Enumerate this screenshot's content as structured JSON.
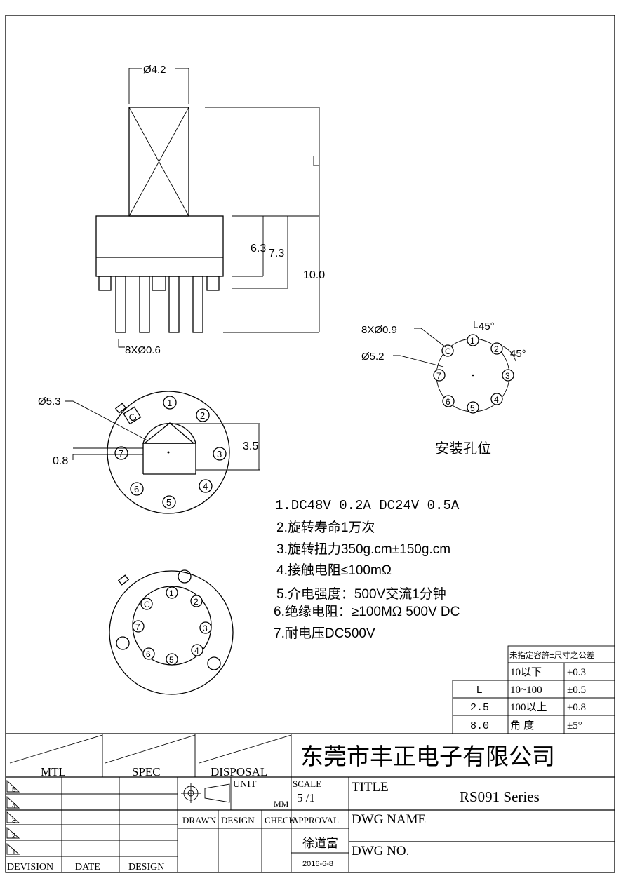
{
  "dimensions": {
    "shaft_dia": "Ø4.2",
    "shaft_length": "L",
    "dim_63": "6.3",
    "dim_73": "7.3",
    "dim_100": "10.0",
    "pin_dia": "8XØ0.6",
    "body_dia": "Ø5.3",
    "dim_35": "3.5",
    "dim_08": "0.8",
    "hole_dia": "8XØ0.9",
    "circle_dia": "Ø5.2",
    "angle_top": "45°",
    "angle_side": "45°"
  },
  "mounting_label": "安装孔位",
  "pin_labels": [
    "C",
    "1",
    "2",
    "3",
    "4",
    "5",
    "6",
    "7"
  ],
  "spec_lines": [
    "1.DC48V 0.2A  DC24V 0.5A",
    "2.旋转寿命1万次",
    "3.旋转扭力350g.cm±150g.cm",
    "4.接触电阻≤100mΩ",
    "5.介电强度：500V交流1分钟",
    "6.绝缘电阻：≥100MΩ 500V DC",
    "7.耐电压DC500V"
  ],
  "tolerance": {
    "header": "未指定容許±尺寸之公差",
    "rows": [
      {
        "left": "",
        "range": "10以下",
        "tol": "±0.3"
      },
      {
        "left": "L",
        "range": "10~100",
        "tol": "±0.5"
      },
      {
        "left": "2.5",
        "range": "100以上",
        "tol": "±0.8"
      },
      {
        "left": "8.0",
        "range": "角  度",
        "tol": "±5°"
      }
    ]
  },
  "title_block": {
    "company": "东莞市丰正电子有限公司",
    "mtl": "MTL",
    "spec": "SPEC",
    "disposal": "DISPOSAL",
    "revs": [
      "5",
      "4",
      "3",
      "2",
      "1"
    ],
    "division": "DEVISION",
    "date": "DATE",
    "design": "DESIGN",
    "unit_label": "UNIT",
    "unit_value": "MM",
    "scale_label": "SCALE",
    "scale_value": "5 /1",
    "title_label": "TITLE",
    "title_value": "RS091  Series",
    "drawn": "DRAWN",
    "design2": "DESIGN",
    "check": "CHECK",
    "approval": "APPROVAL",
    "approver": "徐道富",
    "approval_date": "2016-6-8",
    "dwg_name": "DWG NAME",
    "dwg_no": "DWG NO."
  }
}
